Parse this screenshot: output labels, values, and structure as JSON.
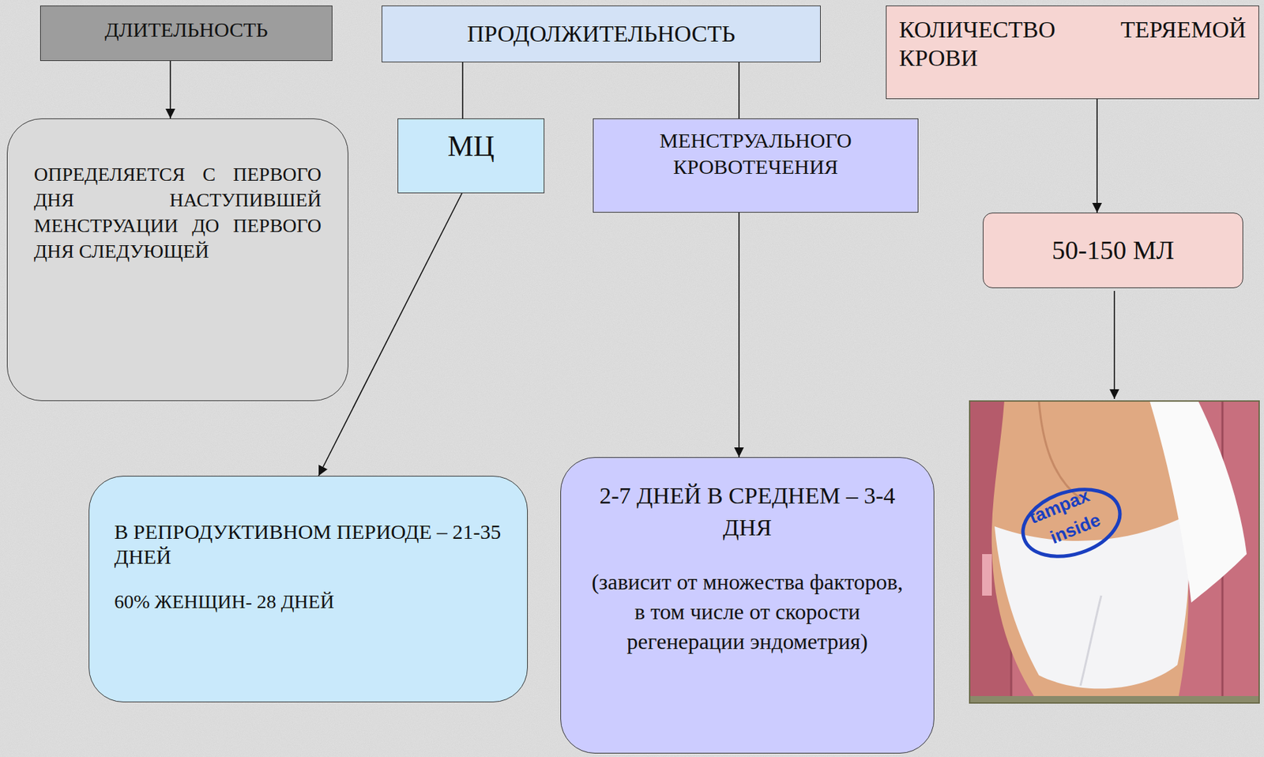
{
  "diagram": {
    "nodes": [
      {
        "text": [
          "ДЛИТЕЛЬНОСТЬ"
        ]
      },
      {
        "text": [
          "ПРОДОЛЖИТЕЛЬНОСТЬ"
        ]
      },
      {
        "text": [
          "КОЛИЧЕСТВО ТЕРЯЕМОЙ КРОВИ"
        ]
      },
      {
        "text": [
          "ОПРЕДЕЛЯЕТСЯ С ПЕРВОГО ДНЯ НАСТУПИВШЕЙ МЕНСТРУАЦИИ ДО ПЕРВОГО ДНЯ СЛЕДУЮЩЕЙ"
        ]
      },
      {
        "text": [
          "МЦ"
        ]
      },
      {
        "text": [
          "МЕНСТРУАЛЬНОГО КРОВОТЕЧЕНИЯ"
        ]
      },
      {
        "text": [
          "50-150 МЛ"
        ]
      },
      {
        "text": [
          "В РЕПРОДУКТИВНОМ ПЕРИОДЕ – 21-35 ДНЕЙ",
          "60% ЖЕНЩИН- 28 ДНЕЙ"
        ]
      },
      {
        "text": [
          "2-7 ДНЕЙ В СРЕДНЕМ – 3-4 ДНЯ",
          "(зависит от множества факторов, в том числе от скорости регенерации эндометрия)"
        ]
      }
    ],
    "edges": [
      {
        "from": 0,
        "to": 3,
        "arrow": "to"
      },
      {
        "from": 1,
        "to": 4,
        "arrow": "none"
      },
      {
        "from": 1,
        "to": 5,
        "arrow": "none"
      },
      {
        "from": 4,
        "to": 7,
        "arrow": "to"
      },
      {
        "from": 5,
        "to": 8,
        "arrow": "to"
      },
      {
        "from": 2,
        "to": 6,
        "arrow": "to"
      }
    ],
    "labels": [
      "tampax",
      "inside"
    ]
  }
}
